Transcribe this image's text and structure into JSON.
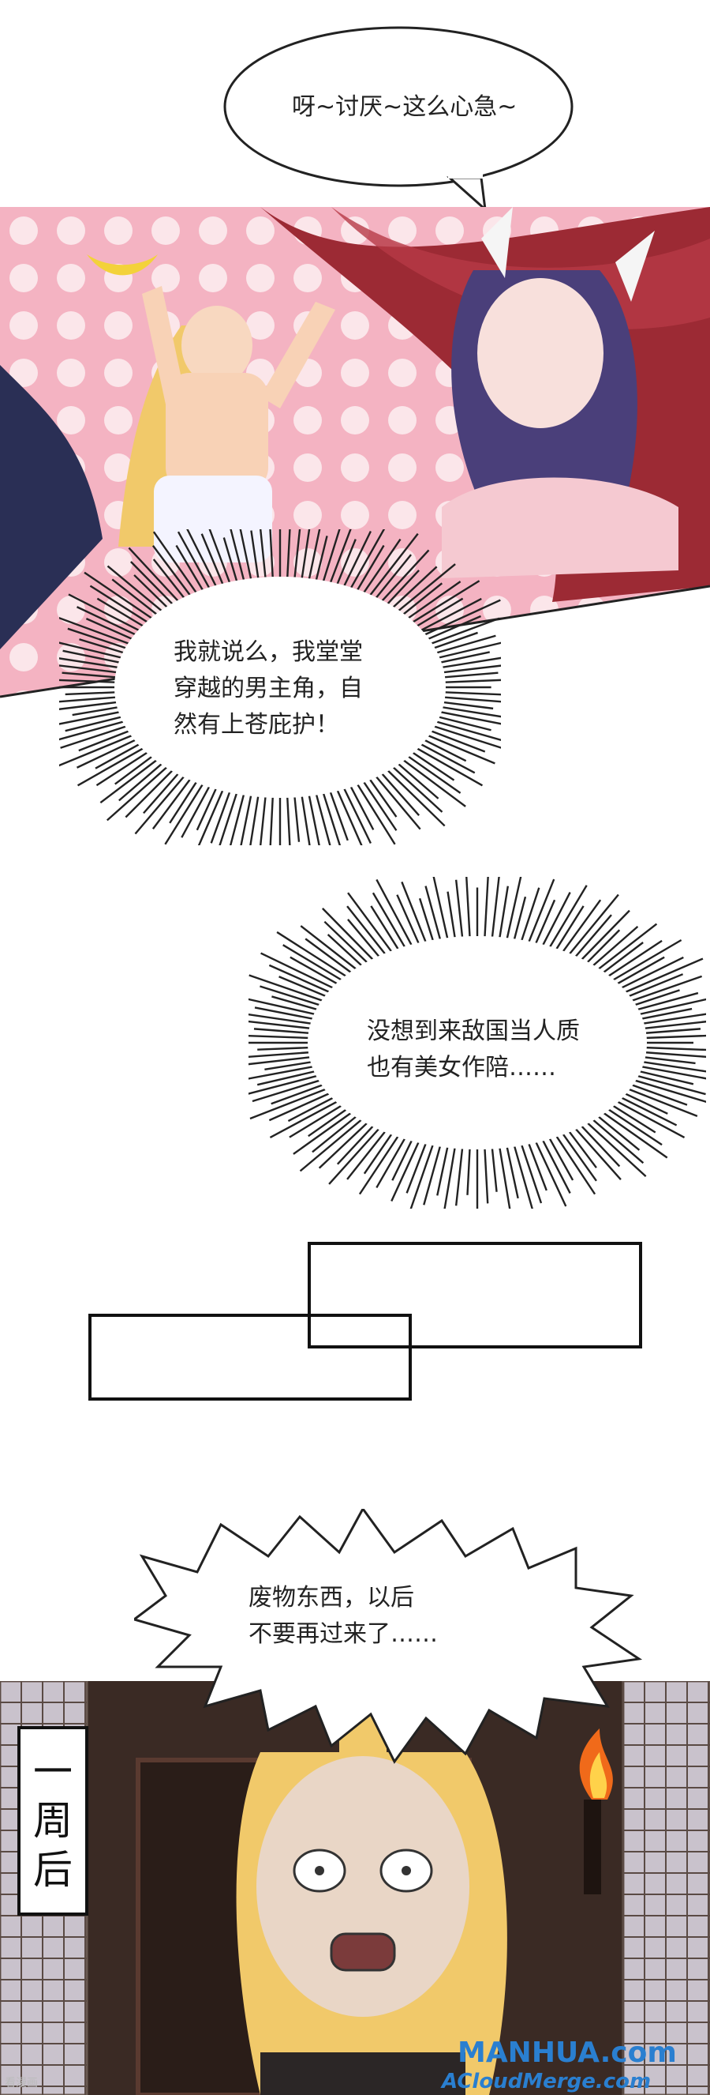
{
  "speech": {
    "b1": "呀~讨厌~这么心急~",
    "b2": "我就说么，我堂堂\n穿越的男主角，自\n然有上苍庇护！",
    "b3": "没想到来敌国当人质\n也有美女作陪……",
    "b4": "废物东西，以后\n不要再过来了……"
  },
  "caption": {
    "line1": "一",
    "line2": "周",
    "line3": "后"
  },
  "watermarks": {
    "corner": "看漫画",
    "site_main": "MANHUA.com",
    "site_sub": "ACloudMerge.com"
  },
  "colors": {
    "panel_pink": "#f6c7d0",
    "curtain_red": "#9c2a34",
    "hair_gold": "#f1c96a",
    "room_dark": "#3a2a24",
    "watermark_blue": "#2a7fd0"
  }
}
